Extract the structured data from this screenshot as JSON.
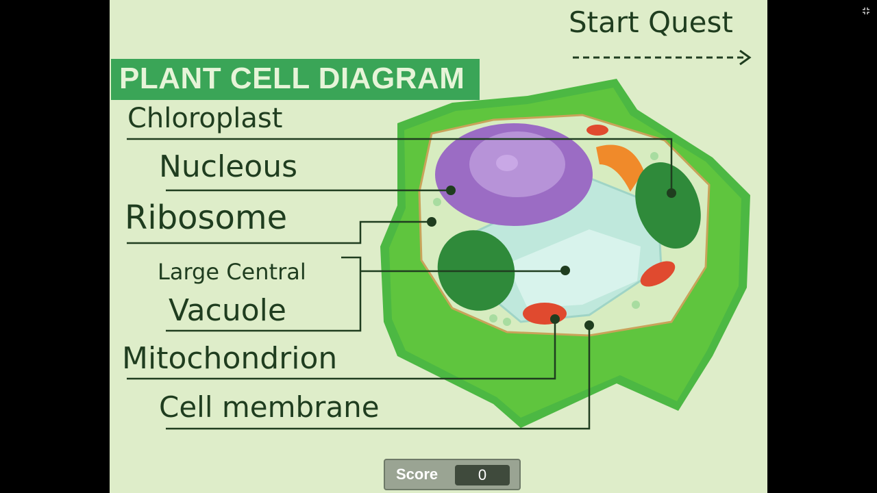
{
  "title": "PLANT CELL DIAGRAM",
  "start_quest": "Start Quest",
  "labels": {
    "chloroplast": "Chloroplast",
    "nucleous": "Nucleous",
    "ribosome": "Ribosome",
    "vacuole_line1": "Large Central",
    "vacuole_line2": "Vacuole",
    "mitochondrion": "Mitochondrion",
    "cell_membrane": "Cell membrane"
  },
  "score": {
    "label": "Score",
    "value": "0"
  },
  "colors": {
    "background": "#deedc9",
    "banner": "#3aa557",
    "cell_wall": "#4cb843",
    "nucleus": "#9b6cc4",
    "vacuole": "#bfe8dc",
    "chloroplast": "#2f8a3a",
    "mitochondrion": "#e04a2f",
    "golgi": "#f08a2a"
  }
}
